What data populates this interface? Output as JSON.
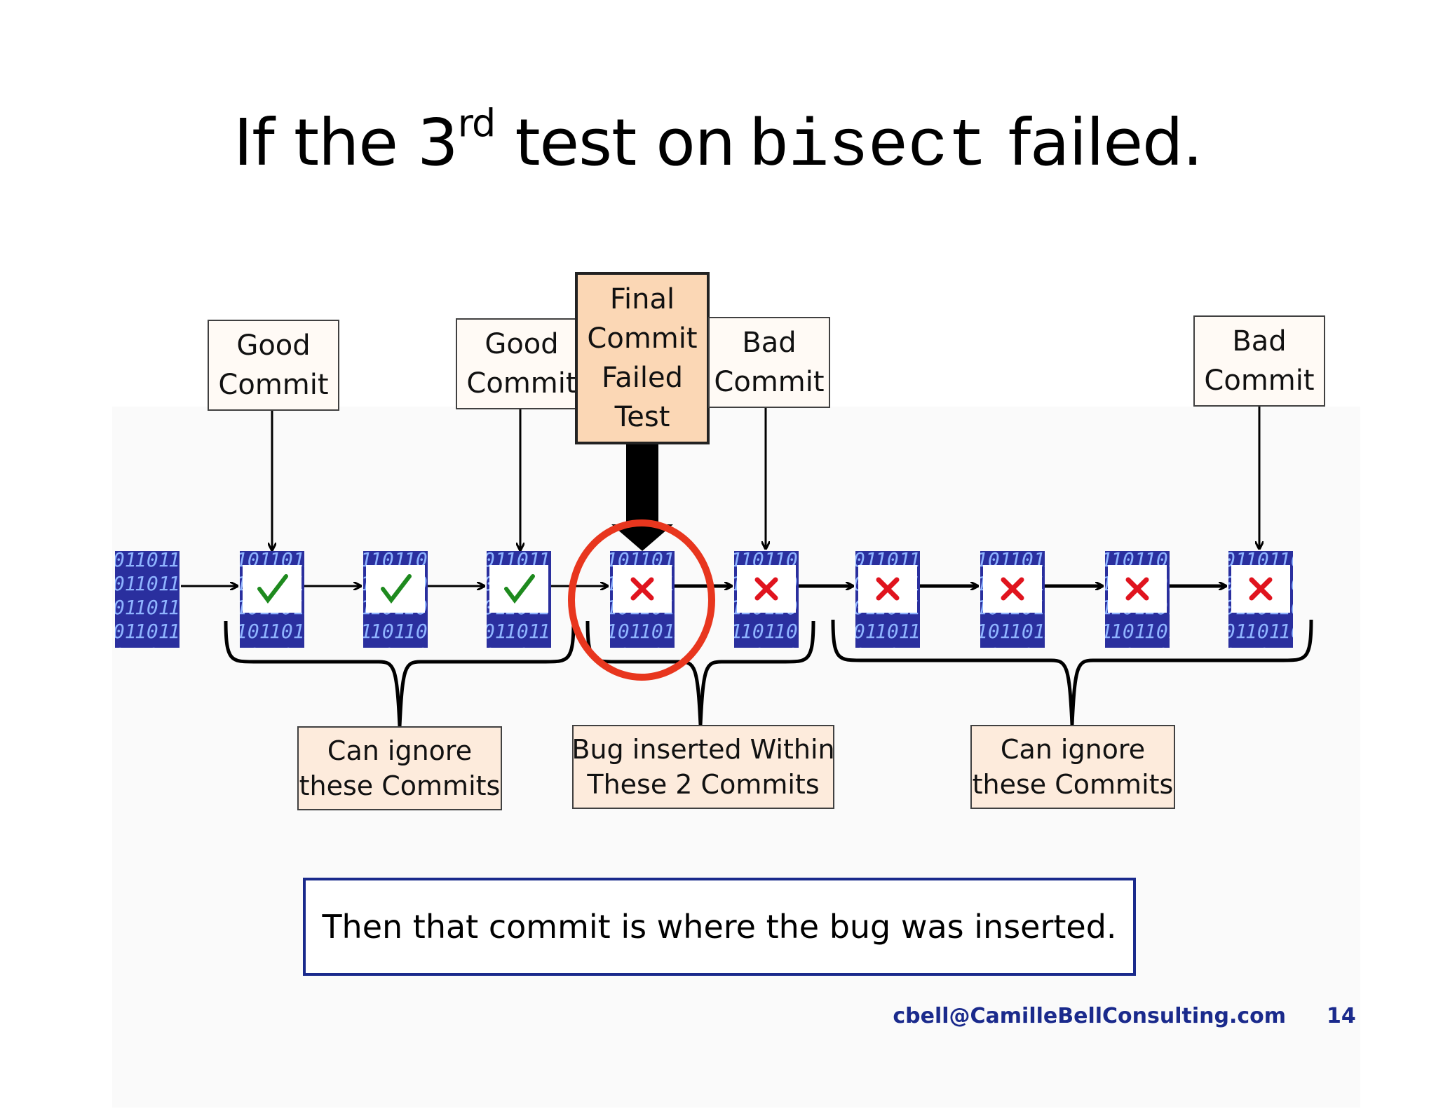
{
  "slide": {
    "title_prefix": "If the 3",
    "title_sup": "rd",
    "title_mid": "test on",
    "title_code": "bisect",
    "title_suffix": "failed."
  },
  "labels": {
    "good_commit_1": [
      "Good",
      "Commit"
    ],
    "good_commit_2": [
      "Good",
      "Commit"
    ],
    "final_commit": [
      "Final",
      "Commit",
      "Failed",
      "Test"
    ],
    "bad_commit_1": [
      "Bad",
      "Commit"
    ],
    "bad_commit_2": [
      "Bad",
      "Commit"
    ]
  },
  "brackets": {
    "left": [
      "Can ignore",
      "these Commits"
    ],
    "middle": [
      "Bug inserted Within",
      "These 2 Commits"
    ],
    "right": [
      "Can ignore",
      "these Commits"
    ]
  },
  "commits": [
    {
      "status": "none"
    },
    {
      "status": "pass"
    },
    {
      "status": "pass"
    },
    {
      "status": "pass"
    },
    {
      "status": "fail",
      "highlighted": true
    },
    {
      "status": "fail"
    },
    {
      "status": "fail"
    },
    {
      "status": "fail"
    },
    {
      "status": "fail"
    },
    {
      "status": "fail"
    }
  ],
  "conclusion": "Then that commit is where the bug was inserted.",
  "footer": {
    "email": "cbell@CamilleBellConsulting.com",
    "page": "14"
  },
  "colors": {
    "pass": "#1e8a1e",
    "fail": "#e0141e",
    "highlight_ring": "#e8361e",
    "commit_block": "#2a2f9e",
    "footer": "#1a2a8c"
  }
}
